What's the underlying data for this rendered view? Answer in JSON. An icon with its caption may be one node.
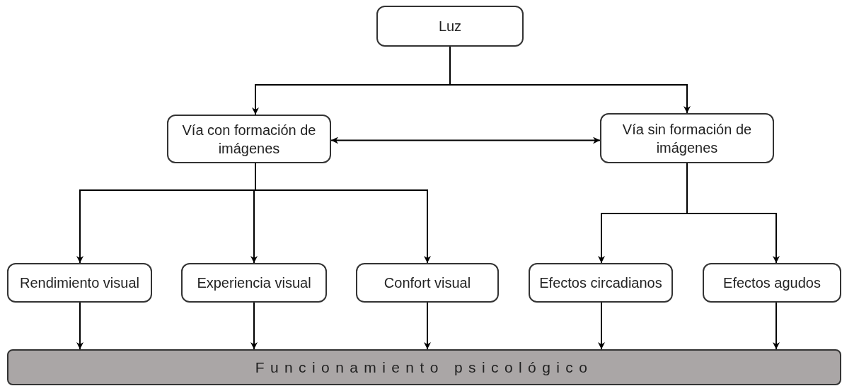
{
  "diagram": {
    "nodes": [
      {
        "text": [
          "Luz"
        ]
      },
      {
        "text": [
          "Vía con formación de imágenes"
        ]
      },
      {
        "text": [
          "Vía sin formación de imágenes"
        ]
      },
      {
        "text": [
          "Rendimiento visual"
        ]
      },
      {
        "text": [
          "Experiencia visual"
        ]
      },
      {
        "text": [
          "Confort visual"
        ]
      },
      {
        "text": [
          "Efectos circadianos"
        ]
      },
      {
        "text": [
          "Efectos agudos"
        ]
      },
      {
        "text": [
          "Funcionamiento psicológico"
        ]
      }
    ],
    "edges": [
      {
        "from": 0,
        "to": 1,
        "arrow": "to"
      },
      {
        "from": 0,
        "to": 2,
        "arrow": "to"
      },
      {
        "from": 1,
        "to": 2,
        "arrow": "both"
      },
      {
        "from": 1,
        "to": 3,
        "arrow": "to"
      },
      {
        "from": 1,
        "to": 4,
        "arrow": "to"
      },
      {
        "from": 1,
        "to": 5,
        "arrow": "to"
      },
      {
        "from": 2,
        "to": 6,
        "arrow": "to"
      },
      {
        "from": 2,
        "to": 7,
        "arrow": "to"
      },
      {
        "from": 3,
        "to": 8,
        "arrow": "to"
      },
      {
        "from": 4,
        "to": 8,
        "arrow": "to"
      },
      {
        "from": 5,
        "to": 8,
        "arrow": "to"
      },
      {
        "from": 6,
        "to": 8,
        "arrow": "to"
      },
      {
        "from": 7,
        "to": 8,
        "arrow": "to"
      }
    ]
  }
}
